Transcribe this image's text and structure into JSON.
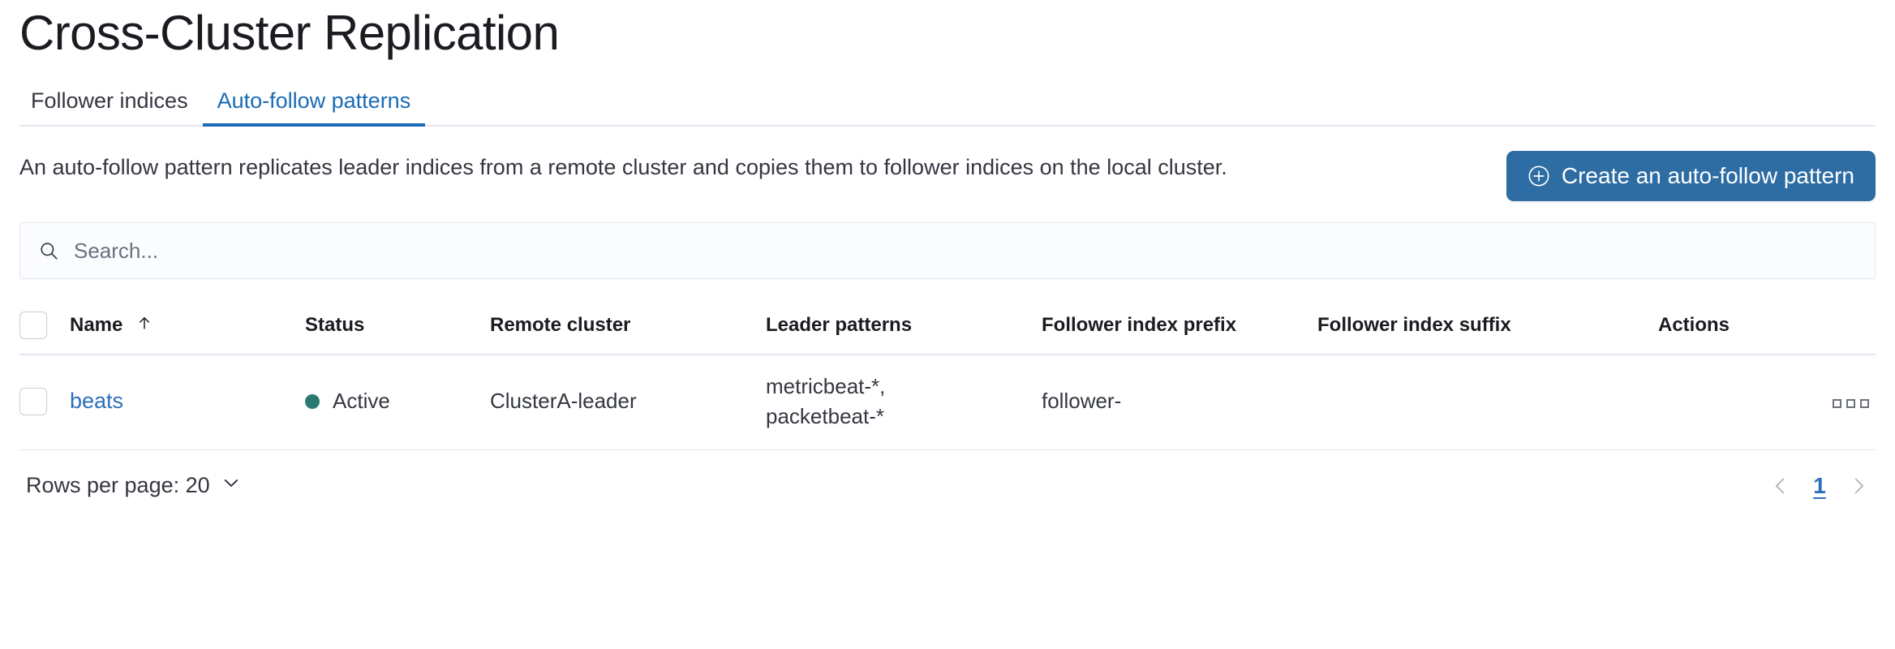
{
  "page": {
    "title": "Cross-Cluster Replication"
  },
  "tabs": [
    {
      "label": "Follower indices",
      "active": false
    },
    {
      "label": "Auto-follow patterns",
      "active": true
    }
  ],
  "description": "An auto-follow pattern replicates leader indices from a remote cluster and copies them to follower indices on the local cluster.",
  "primary_action": {
    "label": "Create an auto-follow pattern",
    "icon": "plus-in-circle-icon",
    "color": "#2e6da4"
  },
  "search": {
    "placeholder": "Search...",
    "value": "",
    "icon": "search-icon"
  },
  "table": {
    "sort_column": "Name",
    "sort_direction": "asc",
    "columns": [
      {
        "key": "name",
        "label": "Name",
        "sortable": true
      },
      {
        "key": "status",
        "label": "Status"
      },
      {
        "key": "remote_cluster",
        "label": "Remote cluster"
      },
      {
        "key": "leader_patterns",
        "label": "Leader patterns"
      },
      {
        "key": "follower_index_prefix",
        "label": "Follower index prefix"
      },
      {
        "key": "follower_index_suffix",
        "label": "Follower index suffix"
      },
      {
        "key": "actions",
        "label": "Actions"
      }
    ],
    "rows": [
      {
        "selected": false,
        "name": "beats",
        "status": "Active",
        "status_color": "#2b7a72",
        "remote_cluster": "ClusterA-leader",
        "leader_patterns": "metricbeat-*, packetbeat-*",
        "leader_patterns_lines": [
          "metricbeat-*,",
          "packetbeat-*"
        ],
        "follower_index_prefix": "follower-",
        "follower_index_suffix": "",
        "actions_icon": "more-actions-icon"
      }
    ]
  },
  "footer": {
    "rows_per_page_label": "Rows per page: 20",
    "rows_per_page_value": "20",
    "pagination": {
      "prev_icon": "chevron-left-icon",
      "next_icon": "chevron-right-icon",
      "pages": [
        "1"
      ],
      "current_page": "1"
    }
  },
  "colors": {
    "primary": "#2c6ebd",
    "button": "#2e6da4",
    "success": "#2b7a72",
    "border": "#e3e6f0",
    "text": "#343741"
  }
}
